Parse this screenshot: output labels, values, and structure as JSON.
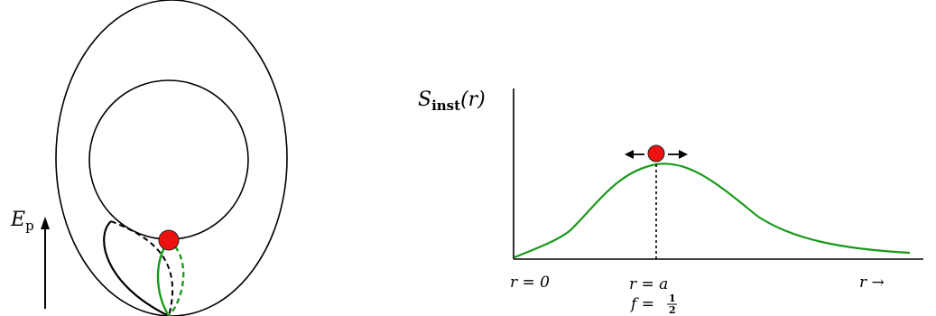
{
  "left_diagram": {
    "energy_label_main": "E",
    "energy_label_sub": "p",
    "colors": {
      "outline": "#000000",
      "green_path": "#1a9a1a",
      "ball": "#ee1111"
    }
  },
  "right_plot": {
    "y_label_main": "S",
    "y_label_sub": "inst",
    "y_label_arg": "(r)",
    "x_label_origin": "r = 0",
    "x_label_peak": "r = a",
    "f_label_prefix": "f = ",
    "f_numerator": "1",
    "f_denominator": "2",
    "x_label_arrow": "r →",
    "colors": {
      "curve": "#1a9a1a",
      "axes": "#000000",
      "ball": "#ee1111"
    }
  }
}
